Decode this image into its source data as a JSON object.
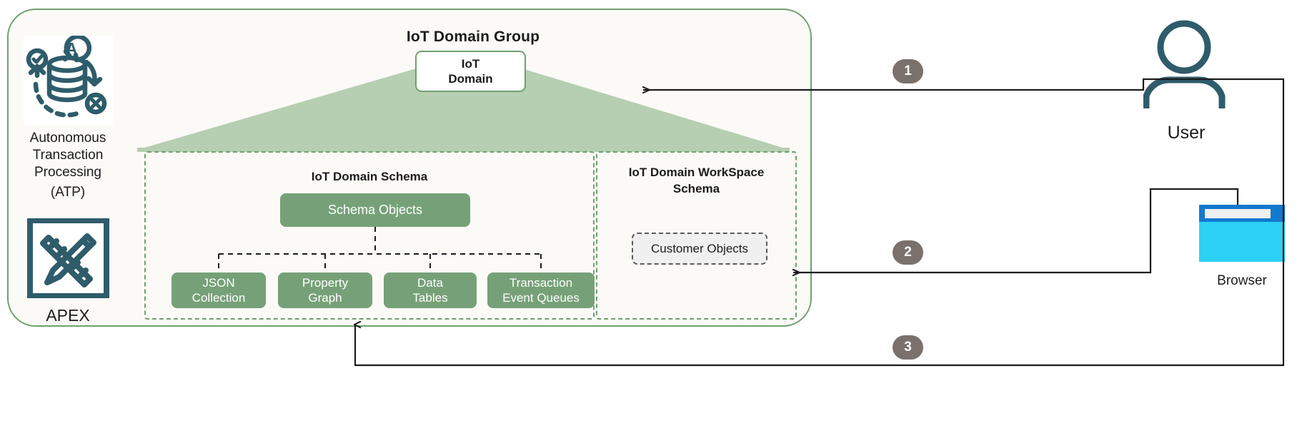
{
  "diagram": {
    "group": {
      "title": "IoT Domain Group",
      "border_color": "#6fa06f",
      "fill_color": "#fbfaf7"
    },
    "left_column": {
      "atp": {
        "icon": "autonomous-database-icon",
        "label_lines": [
          "Autonomous",
          "Transaction",
          "Processing",
          "(ATP)"
        ],
        "label": "Autonomous Transaction Processing (ATP)"
      },
      "apex": {
        "icon": "pencil-ruler-icon",
        "label": "APEX"
      }
    },
    "iot_domain_node": {
      "label_line1": "IoT",
      "label_line2": "Domain",
      "fill": "#ffffff",
      "border": "#6fa06f"
    },
    "fan_color": "#b6ceb1",
    "panels": [
      {
        "id": "iot-domain-schema",
        "title": "IoT Domain Schema",
        "border_style": "dashed",
        "border_color": "#6fa06f"
      },
      {
        "id": "iot-domain-workspace-schema",
        "title_line1": "IoT Domain WorkSpace",
        "title_line2": "Schema",
        "title": "IoT Domain WorkSpace Schema",
        "border_style": "dashed",
        "border_color": "#6fa06f"
      }
    ],
    "schema_objects": {
      "label": "Schema Objects",
      "fill": "#76a178",
      "text_color": "#ffffff"
    },
    "schema_leaves": [
      {
        "line1": "JSON",
        "line2": "Collection",
        "label": "JSON Collection"
      },
      {
        "line1": "Property",
        "line2": "Graph",
        "label": "Property Graph"
      },
      {
        "line1": "Data",
        "line2": "Tables",
        "label": "Data Tables"
      },
      {
        "line1": "Transaction",
        "line2": "Event Queues",
        "label": "Transaction Event Queues"
      }
    ],
    "customer_objects": {
      "label": "Customer Objects",
      "fill": "#f0f0f0",
      "border_color": "#5a5a5a"
    },
    "actors": [
      {
        "id": "user",
        "icon": "user-icon",
        "label": "User",
        "color": "#2f5c6b"
      },
      {
        "id": "browser",
        "icon": "browser-icon",
        "label": "Browser",
        "color": "#2bc4f3"
      }
    ],
    "flow_badges": [
      {
        "number": "1",
        "color": "#7a716c"
      },
      {
        "number": "2",
        "color": "#7a716c"
      },
      {
        "number": "3",
        "color": "#7a716c"
      }
    ]
  }
}
